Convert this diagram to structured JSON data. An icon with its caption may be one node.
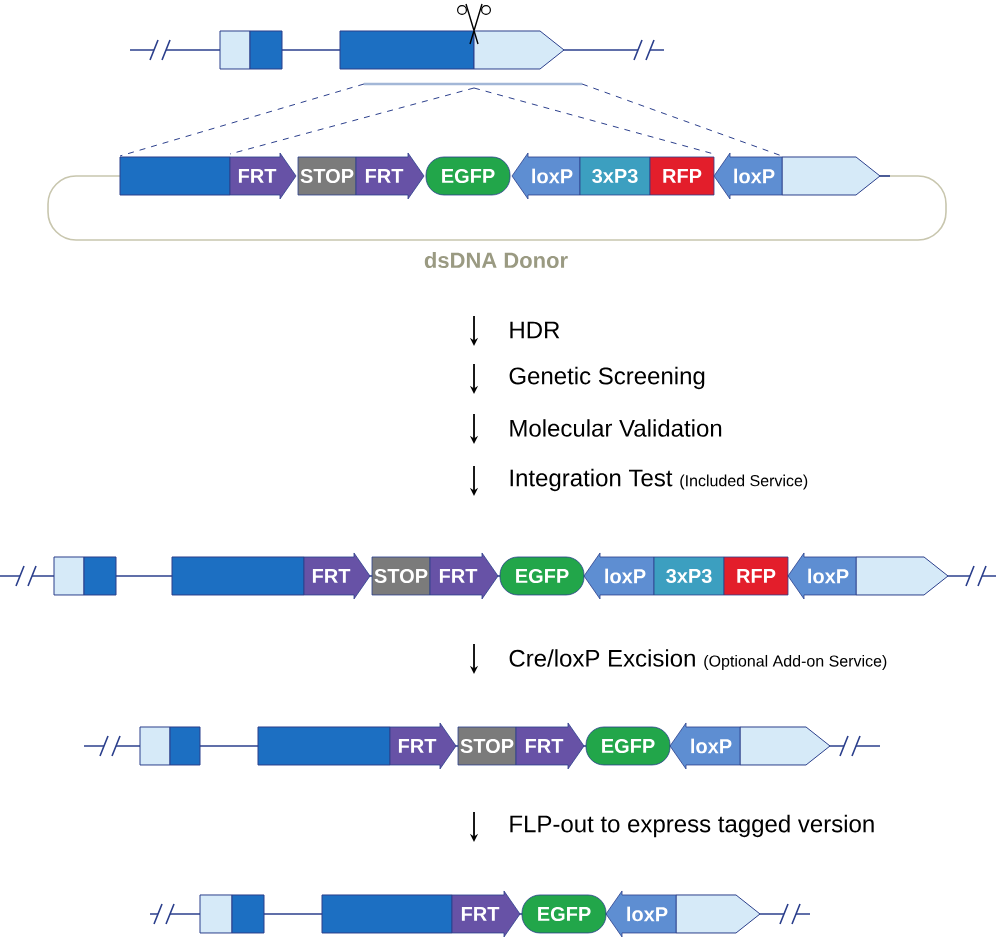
{
  "diagram": {
    "nodes": [
      {
        "text": [
          "FRT"
        ]
      },
      {
        "text": [
          "STOP"
        ]
      },
      {
        "text": [
          "FRT"
        ]
      },
      {
        "text": [
          "EGFP"
        ]
      },
      {
        "text": [
          "loxP"
        ]
      },
      {
        "text": [
          "3xP3"
        ]
      },
      {
        "text": [
          "RFP"
        ]
      },
      {
        "text": [
          "loxP"
        ]
      },
      {
        "text": [
          "FRT"
        ]
      },
      {
        "text": [
          "STOP"
        ]
      },
      {
        "text": [
          "FRT"
        ]
      },
      {
        "text": [
          "EGFP"
        ]
      },
      {
        "text": [
          "loxP"
        ]
      },
      {
        "text": [
          "3xP3"
        ]
      },
      {
        "text": [
          "RFP"
        ]
      },
      {
        "text": [
          "loxP"
        ]
      },
      {
        "text": [
          "FRT"
        ]
      },
      {
        "text": [
          "STOP"
        ]
      },
      {
        "text": [
          "FRT"
        ]
      },
      {
        "text": [
          "EGFP"
        ]
      },
      {
        "text": [
          "loxP"
        ]
      },
      {
        "text": [
          "FRT"
        ]
      },
      {
        "text": [
          "EGFP"
        ]
      },
      {
        "text": [
          "loxP"
        ]
      }
    ],
    "labels": [
      "dsDNA Donor",
      "HDR",
      "Genetic Screening",
      "Molecular Validation",
      "Integration Test",
      "(Included Service)",
      "Cre/loxP Excision",
      "(Optional Add-on Service)",
      "FLP-out to express tagged version"
    ]
  }
}
